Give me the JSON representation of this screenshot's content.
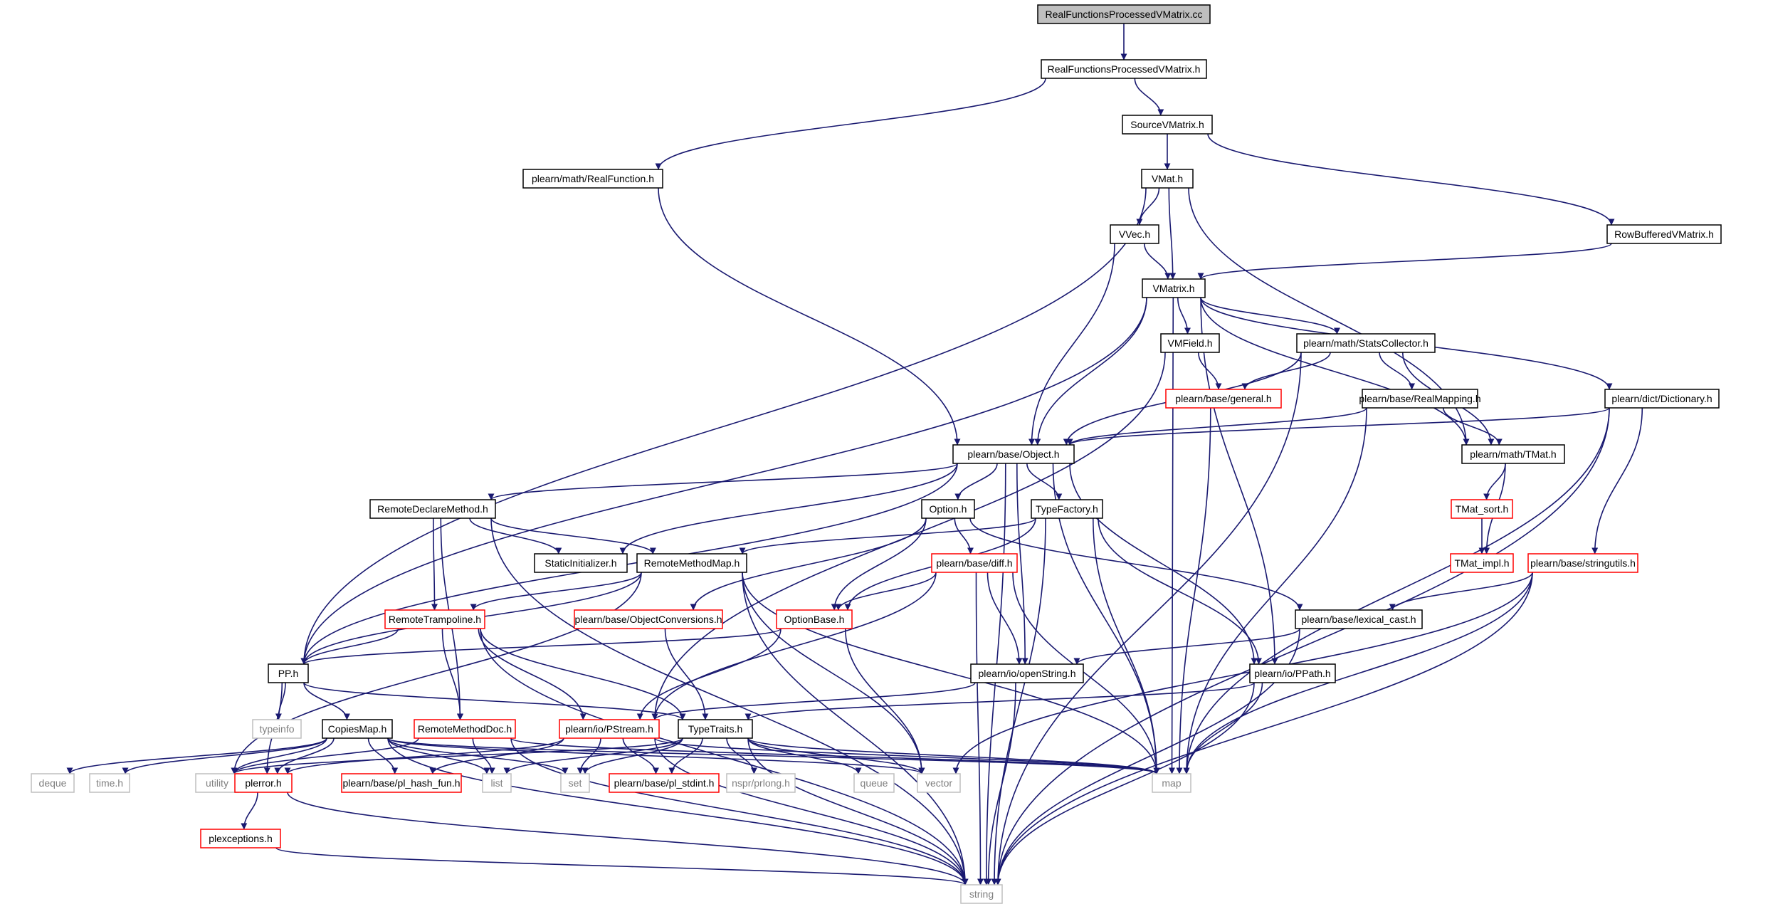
{
  "colors": {
    "edge": "#191970",
    "root_fill": "#bfbfbf",
    "normal_border": "#000000",
    "red_border": "#ff0000",
    "gray_border": "#bfbfbf",
    "gray_text": "#7f7f7f"
  },
  "nodes": [
    {
      "id": "root",
      "label": "RealFunctionsProcessedVMatrix.cc",
      "style": "root"
    },
    {
      "id": "rfpvm_h",
      "label": "RealFunctionsProcessedVMatrix.h",
      "style": "normal"
    },
    {
      "id": "realfunction",
      "label": "plearn/math/RealFunction.h",
      "style": "normal"
    },
    {
      "id": "sourcevmatrix",
      "label": "SourceVMatrix.h",
      "style": "normal"
    },
    {
      "id": "vmat",
      "label": "VMat.h",
      "style": "normal"
    },
    {
      "id": "rowbuffered",
      "label": "RowBufferedVMatrix.h",
      "style": "normal"
    },
    {
      "id": "vvec",
      "label": "VVec.h",
      "style": "normal"
    },
    {
      "id": "vmatrix",
      "label": "VMatrix.h",
      "style": "normal"
    },
    {
      "id": "vmfield",
      "label": "VMField.h",
      "style": "normal"
    },
    {
      "id": "statscollector",
      "label": "plearn/math/StatsCollector.h",
      "style": "normal"
    },
    {
      "id": "general",
      "label": "plearn/base/general.h",
      "style": "red"
    },
    {
      "id": "realmapping",
      "label": "plearn/base/RealMapping.h",
      "style": "normal"
    },
    {
      "id": "dictionary",
      "label": "plearn/dict/Dictionary.h",
      "style": "normal"
    },
    {
      "id": "object",
      "label": "plearn/base/Object.h",
      "style": "normal"
    },
    {
      "id": "tmat",
      "label": "plearn/math/TMat.h",
      "style": "normal"
    },
    {
      "id": "remotedeclare",
      "label": "RemoteDeclareMethod.h",
      "style": "normal"
    },
    {
      "id": "option",
      "label": "Option.h",
      "style": "normal"
    },
    {
      "id": "typefactory",
      "label": "TypeFactory.h",
      "style": "normal"
    },
    {
      "id": "tmatsort",
      "label": "TMat_sort.h",
      "style": "red"
    },
    {
      "id": "staticinit",
      "label": "StaticInitializer.h",
      "style": "normal"
    },
    {
      "id": "remotemethodmap",
      "label": "RemoteMethodMap.h",
      "style": "normal"
    },
    {
      "id": "diff",
      "label": "plearn/base/diff.h",
      "style": "red"
    },
    {
      "id": "tmatimpl",
      "label": "TMat_impl.h",
      "style": "red"
    },
    {
      "id": "stringutils",
      "label": "plearn/base/stringutils.h",
      "style": "red"
    },
    {
      "id": "remotetrampoline",
      "label": "RemoteTrampoline.h",
      "style": "red"
    },
    {
      "id": "objectconv",
      "label": "plearn/base/ObjectConversions.h",
      "style": "red"
    },
    {
      "id": "optionbase",
      "label": "OptionBase.h",
      "style": "red"
    },
    {
      "id": "lexicalcast",
      "label": "plearn/base/lexical_cast.h",
      "style": "normal"
    },
    {
      "id": "pp",
      "label": "PP.h",
      "style": "normal"
    },
    {
      "id": "openstring",
      "label": "plearn/io/openString.h",
      "style": "normal"
    },
    {
      "id": "ppath",
      "label": "plearn/io/PPath.h",
      "style": "normal"
    },
    {
      "id": "typeinfo",
      "label": "typeinfo",
      "style": "gray"
    },
    {
      "id": "copiesmap",
      "label": "CopiesMap.h",
      "style": "normal"
    },
    {
      "id": "remotemethoddoc",
      "label": "RemoteMethodDoc.h",
      "style": "red"
    },
    {
      "id": "pstream",
      "label": "plearn/io/PStream.h",
      "style": "red"
    },
    {
      "id": "typetraits",
      "label": "TypeTraits.h",
      "style": "normal"
    },
    {
      "id": "deque",
      "label": "deque",
      "style": "gray"
    },
    {
      "id": "timeh",
      "label": "time.h",
      "style": "gray"
    },
    {
      "id": "utility",
      "label": "utility",
      "style": "gray"
    },
    {
      "id": "plerror",
      "label": "plerror.h",
      "style": "red"
    },
    {
      "id": "hashfun",
      "label": "plearn/base/pl_hash_fun.h",
      "style": "red"
    },
    {
      "id": "list",
      "label": "list",
      "style": "gray"
    },
    {
      "id": "set",
      "label": "set",
      "style": "gray"
    },
    {
      "id": "stdint",
      "label": "plearn/base/pl_stdint.h",
      "style": "red"
    },
    {
      "id": "prlong",
      "label": "nspr/prlong.h",
      "style": "gray"
    },
    {
      "id": "queue",
      "label": "queue",
      "style": "gray"
    },
    {
      "id": "vector",
      "label": "vector",
      "style": "gray"
    },
    {
      "id": "map",
      "label": "map",
      "style": "gray"
    },
    {
      "id": "plexceptions",
      "label": "plexceptions.h",
      "style": "red"
    },
    {
      "id": "string",
      "label": "string",
      "style": "gray"
    }
  ],
  "edges": [
    [
      "root",
      "rfpvm_h"
    ],
    [
      "rfpvm_h",
      "realfunction"
    ],
    [
      "rfpvm_h",
      "sourcevmatrix"
    ],
    [
      "realfunction",
      "object"
    ],
    [
      "sourcevmatrix",
      "vmat"
    ],
    [
      "sourcevmatrix",
      "rowbuffered"
    ],
    [
      "vmat",
      "pp"
    ],
    [
      "vmat",
      "vvec"
    ],
    [
      "vmat",
      "vmatrix"
    ],
    [
      "vmat",
      "tmat"
    ],
    [
      "rowbuffered",
      "vmatrix"
    ],
    [
      "vvec",
      "vmatrix"
    ],
    [
      "vvec",
      "object"
    ],
    [
      "vmatrix",
      "pp"
    ],
    [
      "vmatrix",
      "object"
    ],
    [
      "vmatrix",
      "vmfield"
    ],
    [
      "vmatrix",
      "statscollector"
    ],
    [
      "vmatrix",
      "tmat"
    ],
    [
      "vmatrix",
      "dictionary"
    ],
    [
      "vmatrix",
      "map"
    ],
    [
      "vmatrix",
      "ppath"
    ],
    [
      "vmfield",
      "general"
    ],
    [
      "vmfield",
      "pstream"
    ],
    [
      "statscollector",
      "general"
    ],
    [
      "statscollector",
      "object"
    ],
    [
      "statscollector",
      "realmapping"
    ],
    [
      "statscollector",
      "tmat"
    ],
    [
      "statscollector",
      "string"
    ],
    [
      "general",
      "map"
    ],
    [
      "realmapping",
      "object"
    ],
    [
      "realmapping",
      "tmat"
    ],
    [
      "realmapping",
      "map"
    ],
    [
      "dictionary",
      "object"
    ],
    [
      "dictionary",
      "stringutils"
    ],
    [
      "dictionary",
      "map"
    ],
    [
      "dictionary",
      "string"
    ],
    [
      "object",
      "pp"
    ],
    [
      "object",
      "remotedeclare"
    ],
    [
      "object",
      "staticinit"
    ],
    [
      "object",
      "option"
    ],
    [
      "object",
      "typefactory"
    ],
    [
      "object",
      "openstring"
    ],
    [
      "object",
      "ppath"
    ],
    [
      "object",
      "map"
    ],
    [
      "object",
      "string"
    ],
    [
      "tmat",
      "tmatsort"
    ],
    [
      "tmat",
      "tmatimpl"
    ],
    [
      "tmatsort",
      "tmatimpl"
    ],
    [
      "remotedeclare",
      "staticinit"
    ],
    [
      "remotedeclare",
      "remotemethodmap"
    ],
    [
      "remotedeclare",
      "remotetrampoline"
    ],
    [
      "remotedeclare",
      "remotemethoddoc"
    ],
    [
      "remotedeclare",
      "string"
    ],
    [
      "option",
      "diff"
    ],
    [
      "option",
      "optionbase"
    ],
    [
      "option",
      "objectconv"
    ],
    [
      "option",
      "lexicalcast"
    ],
    [
      "typefactory",
      "remotemethodmap"
    ],
    [
      "typefactory",
      "optionbase"
    ],
    [
      "typefactory",
      "ppath"
    ],
    [
      "typefactory",
      "map"
    ],
    [
      "typefactory",
      "string"
    ],
    [
      "remotemethodmap",
      "remotetrampoline"
    ],
    [
      "remotemethodmap",
      "pp"
    ],
    [
      "remotemethodmap",
      "utility"
    ],
    [
      "remotemethodmap",
      "vector"
    ],
    [
      "remotemethodmap",
      "map"
    ],
    [
      "remotemethodmap",
      "string"
    ],
    [
      "diff",
      "optionbase"
    ],
    [
      "diff",
      "pstream"
    ],
    [
      "diff",
      "openstring"
    ],
    [
      "diff",
      "map"
    ],
    [
      "diff",
      "string"
    ],
    [
      "stringutils",
      "lexicalcast"
    ],
    [
      "stringutils",
      "vector"
    ],
    [
      "stringutils",
      "map"
    ],
    [
      "stringutils",
      "string"
    ],
    [
      "remotetrampoline",
      "pp"
    ],
    [
      "remotetrampoline",
      "remotemethoddoc"
    ],
    [
      "remotetrampoline",
      "pstream"
    ],
    [
      "remotetrampoline",
      "typetraits"
    ],
    [
      "remotetrampoline",
      "string"
    ],
    [
      "objectconv",
      "typetraits"
    ],
    [
      "optionbase",
      "pp"
    ],
    [
      "optionbase",
      "pstream"
    ],
    [
      "optionbase",
      "vector"
    ],
    [
      "lexicalcast",
      "openstring"
    ],
    [
      "lexicalcast",
      "string"
    ],
    [
      "pp",
      "typeinfo"
    ],
    [
      "pp",
      "copiesmap"
    ],
    [
      "pp",
      "plerror"
    ],
    [
      "pp",
      "typetraits"
    ],
    [
      "openstring",
      "pstream"
    ],
    [
      "openstring",
      "string"
    ],
    [
      "ppath",
      "typetraits"
    ],
    [
      "ppath",
      "map"
    ],
    [
      "ppath",
      "string"
    ],
    [
      "copiesmap",
      "deque"
    ],
    [
      "copiesmap",
      "timeh"
    ],
    [
      "copiesmap",
      "utility"
    ],
    [
      "copiesmap",
      "plerror"
    ],
    [
      "copiesmap",
      "hashfun"
    ],
    [
      "copiesmap",
      "list"
    ],
    [
      "copiesmap",
      "set"
    ],
    [
      "copiesmap",
      "vector"
    ],
    [
      "copiesmap",
      "map"
    ],
    [
      "copiesmap",
      "string"
    ],
    [
      "remotemethoddoc",
      "utility"
    ],
    [
      "remotemethoddoc",
      "list"
    ],
    [
      "remotemethoddoc",
      "map"
    ],
    [
      "remotemethoddoc",
      "string"
    ],
    [
      "pstream",
      "plerror"
    ],
    [
      "pstream",
      "hashfun"
    ],
    [
      "pstream",
      "set"
    ],
    [
      "pstream",
      "stdint"
    ],
    [
      "pstream",
      "map"
    ],
    [
      "pstream",
      "string"
    ],
    [
      "typetraits",
      "utility"
    ],
    [
      "typetraits",
      "list"
    ],
    [
      "typetraits",
      "set"
    ],
    [
      "typetraits",
      "stdint"
    ],
    [
      "typetraits",
      "prlong"
    ],
    [
      "typetraits",
      "queue"
    ],
    [
      "typetraits",
      "vector"
    ],
    [
      "typetraits",
      "map"
    ],
    [
      "typetraits",
      "string"
    ],
    [
      "plerror",
      "plexceptions"
    ],
    [
      "plerror",
      "string"
    ],
    [
      "plexceptions",
      "string"
    ]
  ]
}
